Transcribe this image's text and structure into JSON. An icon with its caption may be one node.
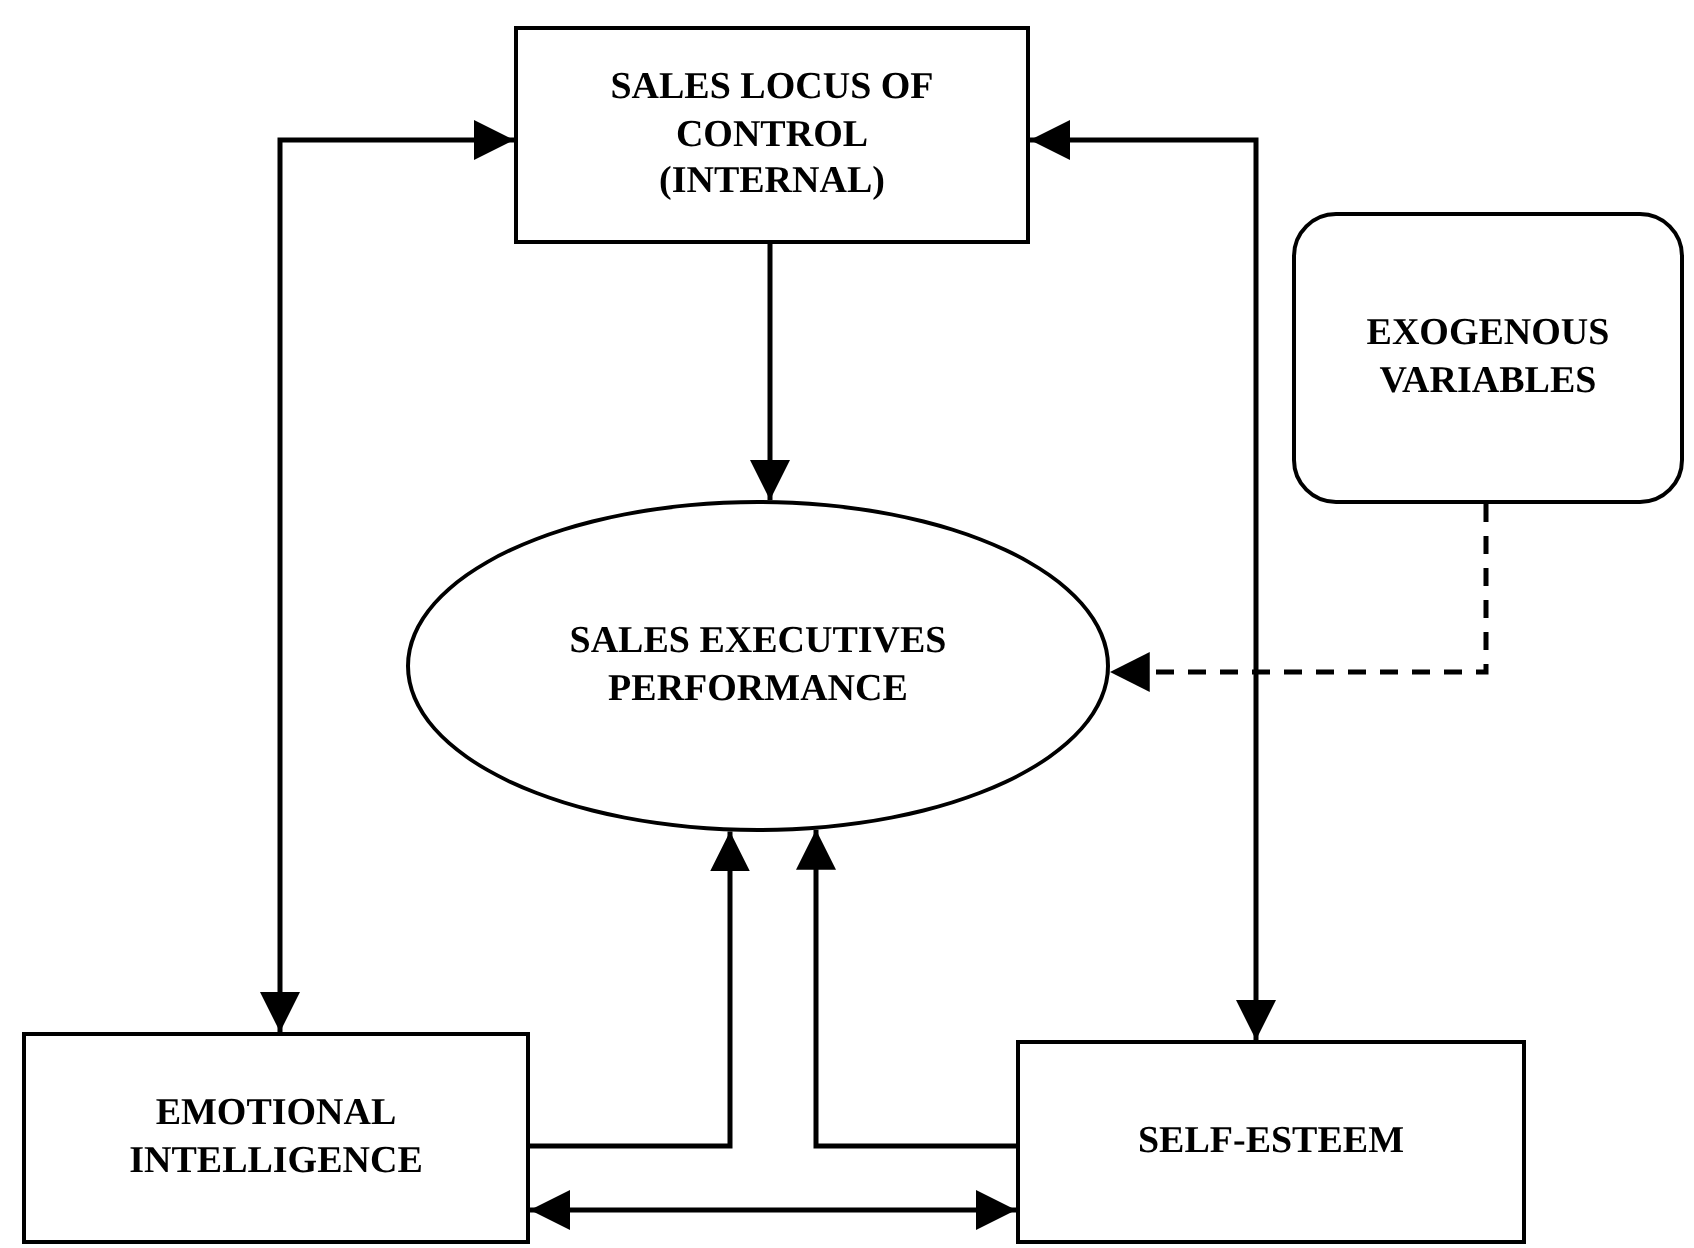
{
  "diagram": {
    "nodes": [
      {
        "text": [
          "SALES LOCUS OF CONTROL (INTERNAL)"
        ]
      },
      {
        "text": [
          "EXOGENOUS VARIABLES"
        ]
      },
      {
        "text": [
          "SALES EXECUTIVES PERFORMANCE"
        ]
      },
      {
        "text": [
          "EMOTIONAL INTELLIGENCE"
        ]
      },
      {
        "text": [
          "SELF-ESTEEM"
        ]
      }
    ],
    "edges": [
      {
        "from": 0,
        "to": 2,
        "arrow": "to"
      },
      {
        "from": 0,
        "to": 3,
        "arrow": "both"
      },
      {
        "from": 0,
        "to": 4,
        "arrow": "both"
      },
      {
        "from": 1,
        "to": 2,
        "arrow": "to",
        "style": "dashed"
      },
      {
        "from": 3,
        "to": 2,
        "arrow": "to"
      },
      {
        "from": 4,
        "to": 2,
        "arrow": "to"
      },
      {
        "from": 3,
        "to": 4,
        "arrow": "both"
      }
    ]
  }
}
